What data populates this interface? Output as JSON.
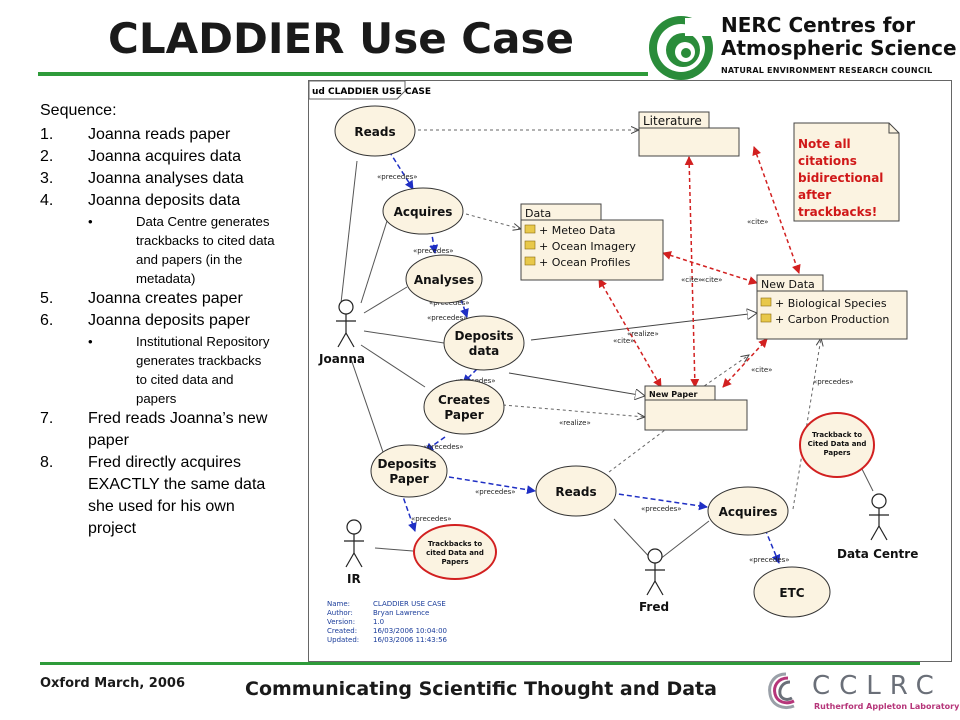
{
  "slide": {
    "title": "CLADDIER Use Case",
    "footer_left": "Oxford March, 2006",
    "footer_center": "Communicating Scientific Thought and Data"
  },
  "logos": {
    "nerc": {
      "line1": "NERC Centres for",
      "line2": "Atmospheric Science",
      "line3": "NATURAL ENVIRONMENT RESEARCH COUNCIL"
    },
    "cclrc": {
      "name": "CCLRC",
      "subtitle": "Rutherford Appleton Laboratory"
    }
  },
  "sequence": {
    "heading": "Sequence:",
    "steps": [
      {
        "num": "1.",
        "text": "Joanna reads paper"
      },
      {
        "num": "2.",
        "text": "Joanna acquires data"
      },
      {
        "num": "3.",
        "text": "Joanna analyses data"
      },
      {
        "num": "4.",
        "text": "Joanna deposits data"
      },
      {
        "bullet": "•",
        "sub": [
          "Data Centre generates",
          "trackbacks to cited data",
          "and papers (in the",
          "metadata)"
        ]
      },
      {
        "num": "5.",
        "text": "Joanna creates paper"
      },
      {
        "num": "6.",
        "text": "Joanna deposits paper"
      },
      {
        "bullet": "•",
        "sub": [
          "Institutional Repository",
          "generates trackbacks",
          "to cited data and",
          "papers"
        ]
      },
      {
        "num": "7.",
        "text": "Fred reads Joanna’s new",
        "text2": "paper"
      },
      {
        "num": "8.",
        "text": "Fred directly acquires",
        "text2": "EXACTLY the same data",
        "text3": "she used for his own",
        "text4": "project"
      }
    ]
  },
  "diagram": {
    "frame_title": "ud CLADDIER USE CASE",
    "use_cases": {
      "reads": "Reads",
      "acquires": "Acquires",
      "analyses": "Analyses",
      "deposits_data": [
        "Deposits",
        "data"
      ],
      "creates_paper": [
        "Creates",
        "Paper"
      ],
      "deposits_paper": [
        "Deposits",
        "Paper"
      ],
      "fred_reads": "Reads",
      "fred_acquires": "Acquires",
      "etc": "ETC",
      "trackback_dc": [
        "Trackback to",
        "Cited Data and",
        "Papers"
      ],
      "trackback_ir": [
        "Trackbacks to",
        "cited Data and",
        "Papers"
      ]
    },
    "actors": {
      "joanna": "Joanna",
      "ir": "IR",
      "fred": "Fred",
      "data_centre": "Data Centre"
    },
    "packages": {
      "literature": {
        "title": "Literature"
      },
      "data": {
        "title": "Data",
        "items": [
          "+ Meteo Data",
          "+ Ocean Imagery",
          "+ Ocean Profiles"
        ]
      },
      "new_data": {
        "title": "New Data",
        "items": [
          "+ Biological Species",
          "+ Carbon Production"
        ]
      },
      "new_paper": {
        "title": "New Paper"
      }
    },
    "note": [
      "Note all",
      "citations",
      "bidirectional",
      "after",
      "trackbacks!"
    ],
    "stereotypes": {
      "precedes": "«precedes»",
      "cite": "«cite»",
      "realize": "«realize»"
    },
    "metadata": {
      "labels": [
        "Name:",
        "Author:",
        "Version:",
        "Created:",
        "Updated:"
      ],
      "values": [
        "CLADDIER USE CASE",
        "Bryan Lawrence",
        "1.0",
        "16/03/2006 10:04:00",
        "16/03/2006 11:43:56"
      ]
    },
    "colors": {
      "usecase_fill": "#fbf3e1",
      "precedes": "#1f2fc4",
      "cite": "#d22020",
      "note_text": "#d01818",
      "accent_green": "#2e9b3a"
    }
  }
}
